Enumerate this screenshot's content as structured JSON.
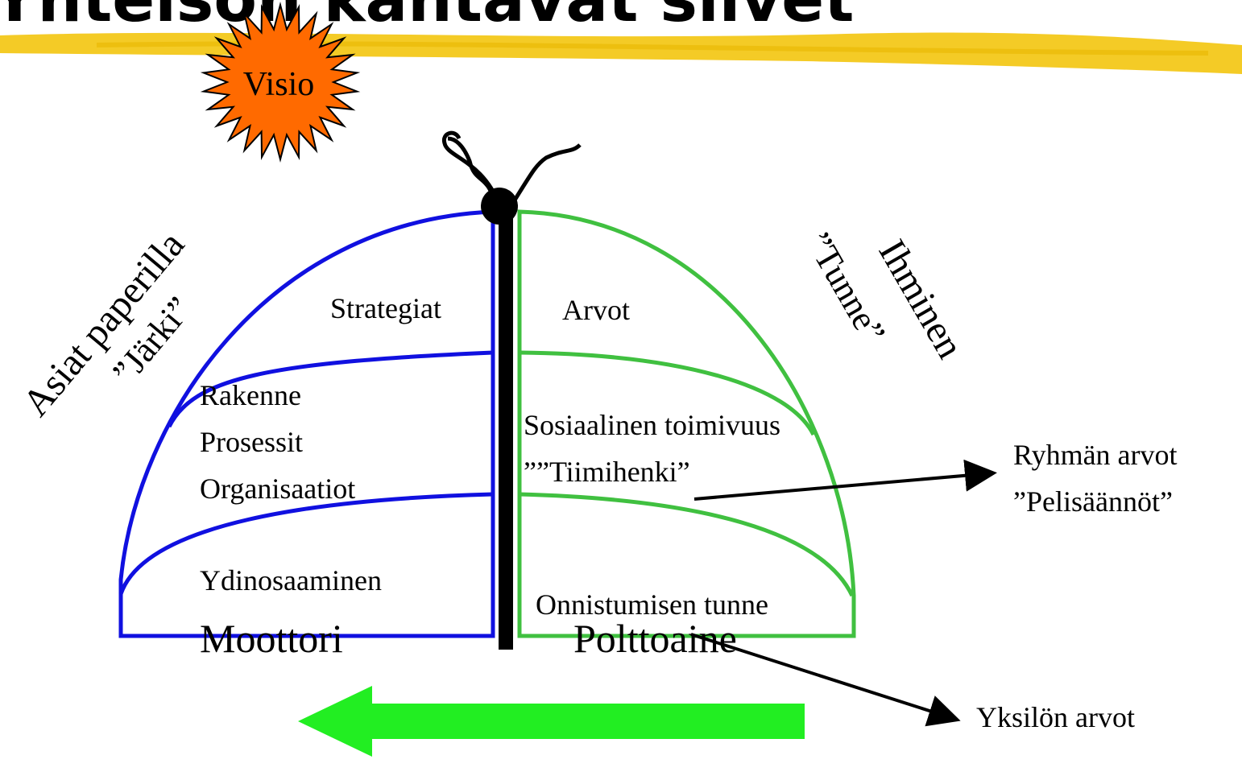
{
  "slide": {
    "title": "Yhteisön kantavat siivet"
  },
  "diagram": {
    "vision_label": "Visio",
    "left_heading": "Asiat paperilla",
    "left_subheading": "”Järki”",
    "right_heading": "Ihminen",
    "right_subheading": "”Tunne”",
    "left_layers": {
      "top": "Strategiat",
      "middle": [
        "Rakenne",
        "Prosessit",
        "Organisaatiot"
      ],
      "bottom": "Ydinosaaminen"
    },
    "right_layers": {
      "top": "Arvot",
      "middle": [
        "Sosiaalinen toimivuus",
        "””Tiimihenki”"
      ],
      "bottom": "Onnistumisen tunne"
    },
    "left_caption": "Moottori",
    "right_caption": "Polttoaine",
    "group_values": [
      "Ryhmän arvot",
      "”Pelisäännöt”"
    ],
    "individual_values": "Yksilön arvot",
    "colors": {
      "left_wing": "#1010e0",
      "right_wing": "#40c040",
      "sun": "#ff6a00",
      "direction_arrow": "#22ee22",
      "title_brush": "#f2c200"
    }
  }
}
